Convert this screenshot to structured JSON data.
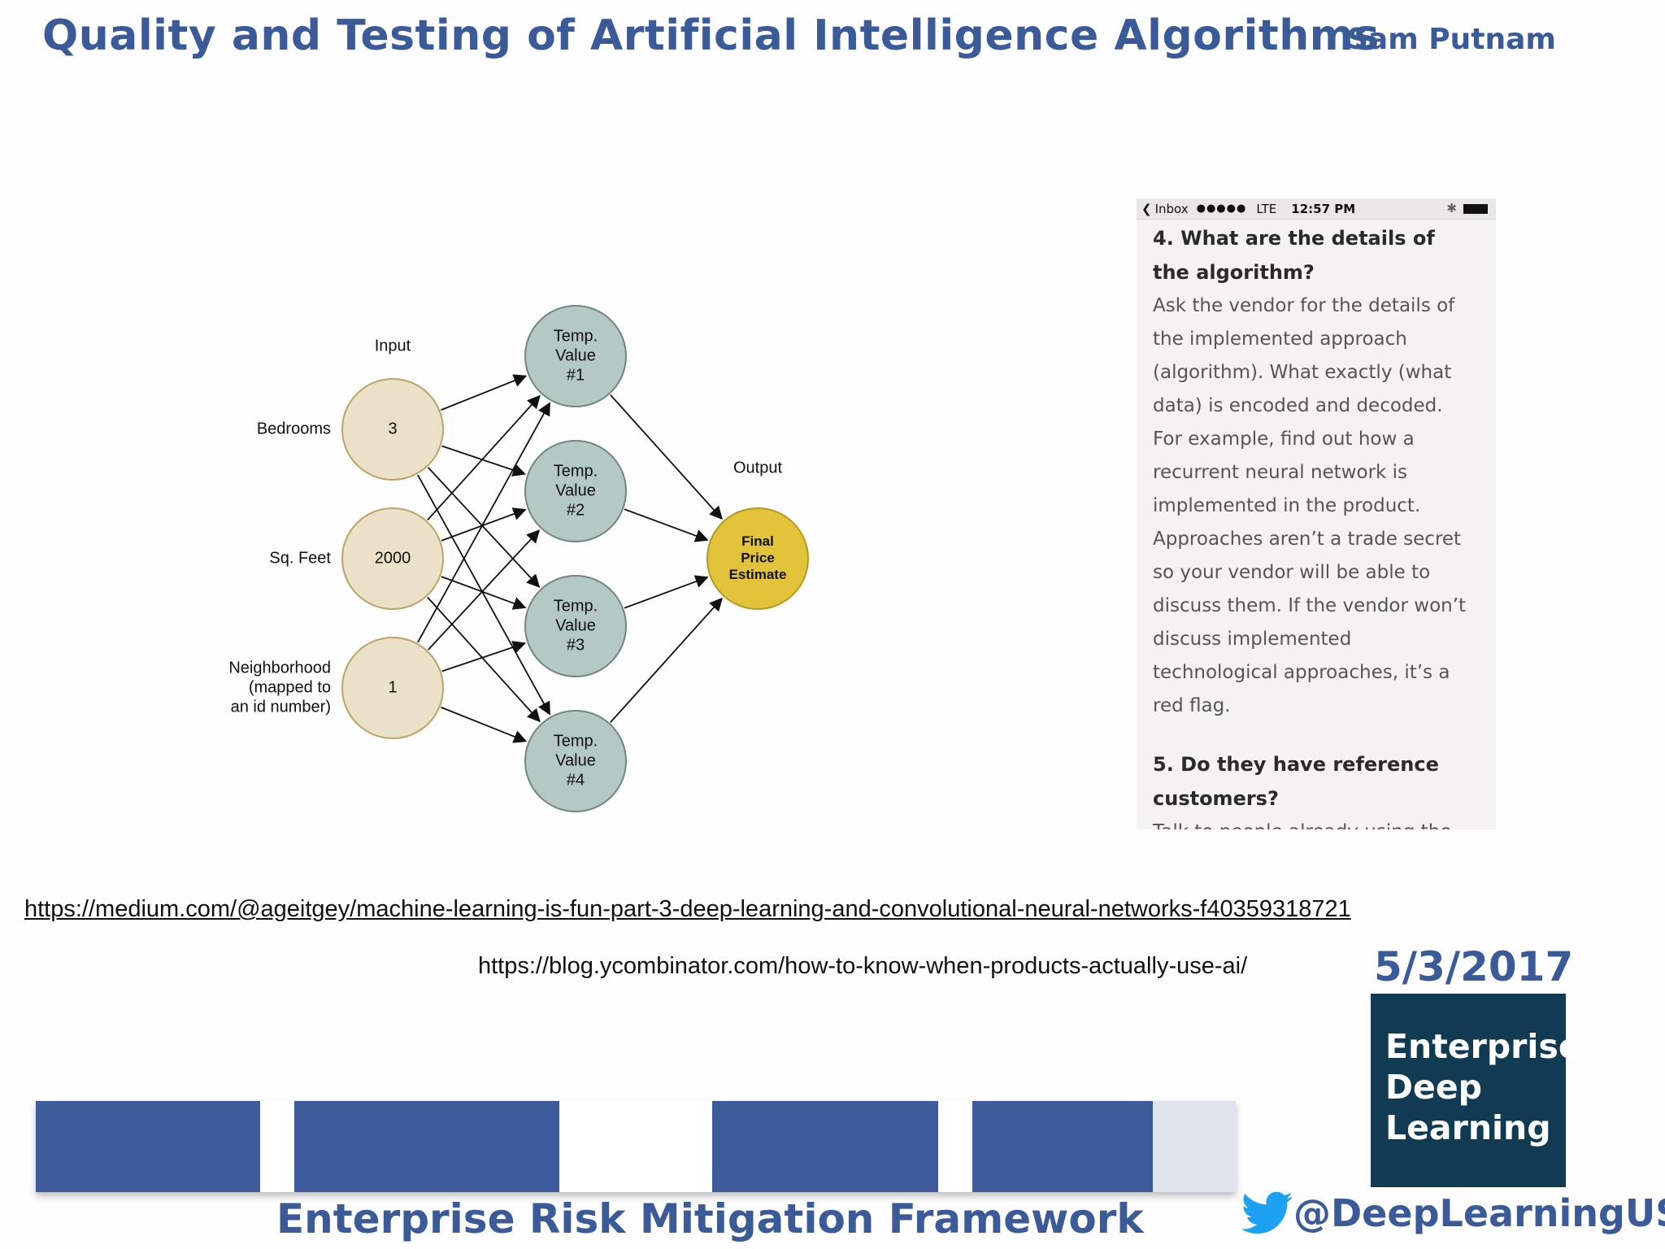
{
  "header": {
    "title": "Quality and Testing of Artificial Intelligence Algorithms",
    "author": "Sam Putnam"
  },
  "diagram": {
    "input_title": "Input",
    "output_title": "Output",
    "inputs": [
      {
        "label": "Bedrooms",
        "value": "3"
      },
      {
        "label": "Sq. Feet",
        "value": "2000"
      },
      {
        "label_lines": [
          "Neighborhood",
          "(mapped to",
          "an id number)"
        ],
        "value": "1"
      }
    ],
    "hidden": [
      {
        "lines": [
          "Temp.",
          "Value",
          "#1"
        ]
      },
      {
        "lines": [
          "Temp.",
          "Value",
          "#2"
        ]
      },
      {
        "lines": [
          "Temp.",
          "Value",
          "#3"
        ]
      },
      {
        "lines": [
          "Temp.",
          "Value",
          "#4"
        ]
      }
    ],
    "output_lines": [
      "Final",
      "Price",
      "Estimate"
    ],
    "colors": {
      "input_fill": "#ebe0c8",
      "input_stroke": "#bca468",
      "hidden_fill": "#b4c8c4",
      "hidden_stroke": "#6f8682",
      "output_fill": "#e2c33a",
      "output_stroke": "#b59a20"
    }
  },
  "phone": {
    "status": {
      "app": "Inbox",
      "signal": "●●●●●",
      "network": "LTE",
      "time": "12:57 PM"
    },
    "q4_heading": "4. What are the details of the algorithm?",
    "q4_body": "Ask the vendor for the details of the implemented approach (algorithm). What exactly (what data) is encoded and decoded. For example, find out how a recurrent neural network is implemented in the product. Approaches aren’t a trade secret so your vendor will be able to discuss them. If the vendor won’t discuss implemented technological approaches, it’s a red flag.",
    "q5_heading": "5. Do they have reference customers?",
    "q5_body": "Talk to people already using the product and find out how they’re using it. For example, for security"
  },
  "links": {
    "medium": "https://medium.com/@ageitgey/machine-learning-is-fun-part-3-deep-learning-and-convolutional-neural-networks-f40359318721",
    "ycombinator": "https://blog.ycombinator.com/how-to-know-when-products-actually-use-ai/"
  },
  "date": "5/3/2017",
  "logo": {
    "line1": "Enterprise",
    "line2": "Deep",
    "line3": "Learning"
  },
  "framework_label": "Enterprise Risk Mitigation Framework",
  "twitter_handle": "@DeepLearningUSA",
  "colors": {
    "brand_blue": "#3a5a98",
    "logo_bg": "#113b53",
    "twitter_blue": "#1da1f2"
  }
}
